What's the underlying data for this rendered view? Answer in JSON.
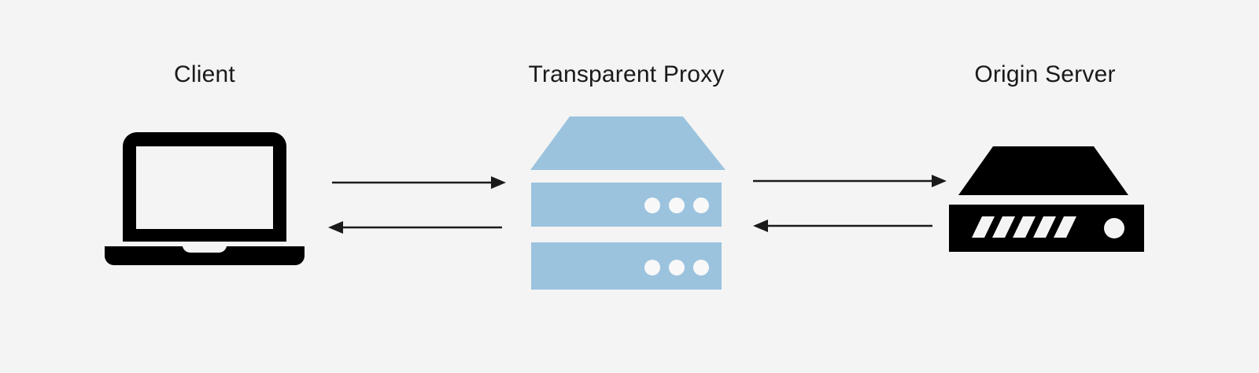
{
  "diagram": {
    "title_text_present": false,
    "background_color": "#f4f4f4",
    "type": "network-flow-diagram",
    "nodes": [
      {
        "id": "client",
        "label": "Client",
        "icon": "laptop-icon",
        "icon_color": "#000000",
        "icon_screen_color": "#f4f4f4"
      },
      {
        "id": "proxy",
        "label": "Transparent Proxy",
        "icon": "server-icon",
        "icon_color": "#9cc3de",
        "icon_dot_color": "#f8f8f8"
      },
      {
        "id": "origin",
        "label": "Origin Server",
        "icon": "server-icon",
        "icon_color": "#000000",
        "icon_detail_color": "#f4f4f4"
      }
    ],
    "connections": [
      {
        "id": "client-to-proxy",
        "from": "client",
        "to": "proxy",
        "direction": "right",
        "label": "",
        "color": "#1a1a1a"
      },
      {
        "id": "proxy-to-client",
        "from": "proxy",
        "to": "client",
        "direction": "left",
        "label": "",
        "color": "#1a1a1a"
      },
      {
        "id": "proxy-to-origin",
        "from": "proxy",
        "to": "origin",
        "direction": "right",
        "label": "",
        "color": "#1a1a1a"
      },
      {
        "id": "origin-to-proxy",
        "from": "origin",
        "to": "proxy",
        "direction": "left",
        "label": "",
        "color": "#1a1a1a"
      }
    ]
  }
}
